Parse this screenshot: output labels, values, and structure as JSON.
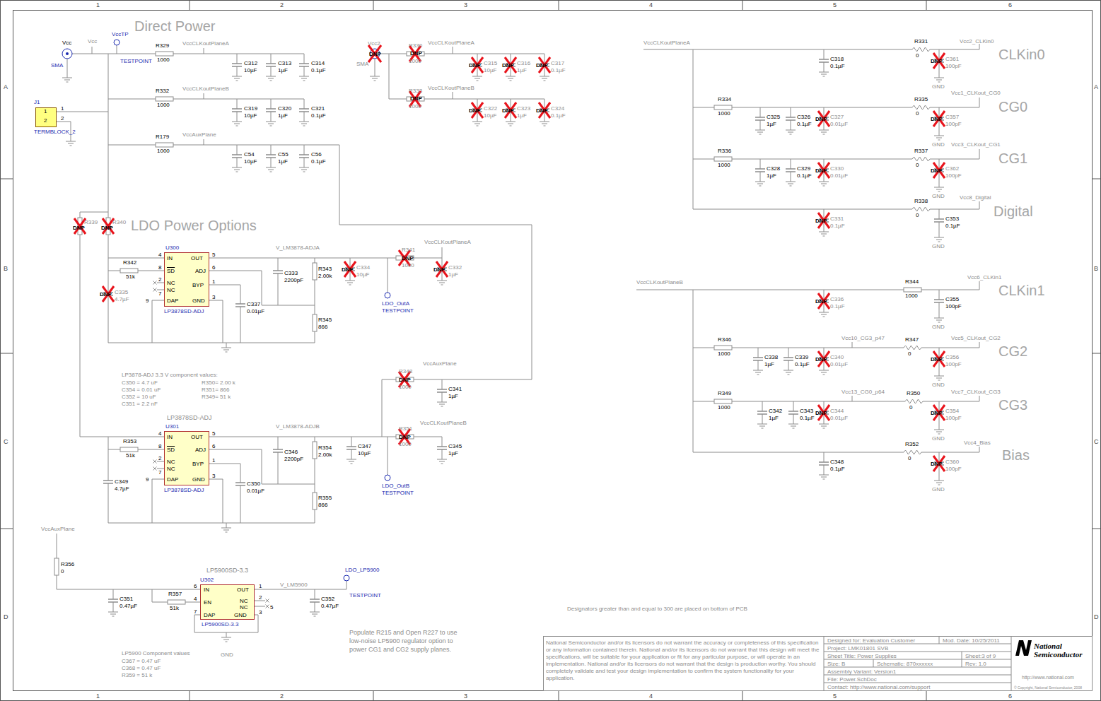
{
  "diagram": {
    "nodes": [
      {
        "text": [
          "J1",
          "1",
          "2",
          "TERMBLOCK_2"
        ]
      },
      {
        "text": [
          "U300",
          "IN",
          "OUT",
          "SD",
          "ADJ",
          "NC",
          "BYP",
          "NC",
          "DAP",
          "GND",
          "LP3878SD-ADJ"
        ]
      },
      {
        "text": [
          "U301",
          "IN",
          "OUT",
          "SD",
          "ADJ",
          "NC",
          "BYP",
          "NC",
          "DAP",
          "GND",
          "LP3878SD-ADJ"
        ]
      },
      {
        "text": [
          "U302",
          "IN",
          "OUT",
          "EN",
          "NC",
          "NC",
          "DAP",
          "GND",
          "LP5900SD-3.3"
        ]
      }
    ],
    "labels": [
      "1",
      "2",
      "3",
      "4",
      "5",
      "6",
      "1",
      "2",
      "3",
      "4",
      "5",
      "6",
      "A",
      "B",
      "C",
      "D",
      "A",
      "B",
      "C",
      "D",
      "Direct Power",
      "Vcc",
      "SMA",
      "Vcc",
      "VccTP",
      "TESTPOINT",
      "R329",
      "1000",
      "VccCLKoutPlaneA",
      "C312",
      "10µF",
      "C313",
      "1µF",
      "C314",
      "0.1µF",
      "R332",
      "1000",
      "VccCLKoutPlaneB",
      "C319",
      "10µF",
      "C320",
      "1µF",
      "C321",
      "0.1µF",
      "R179",
      "1000",
      "VccAuxPlane",
      "C54",
      "10µF",
      "C55",
      "1µF",
      "C56",
      "0.1µF",
      "1",
      "2",
      "Vcc2",
      "DNP",
      "SMA",
      "R330",
      "DNP",
      "1000",
      "VccCLKoutPlaneA",
      "DNP",
      "C315",
      "10µF",
      "DNP",
      "C316",
      "1µF",
      "DNP",
      "C317",
      "0.1µF",
      "R333",
      "DNP",
      "1000",
      "VccCLKoutPlaneB",
      "DNP",
      "C322",
      "10µF",
      "DNP",
      "C323",
      "1µF",
      "DNP",
      "C324",
      "0.1µF",
      "DNP",
      "R339",
      "DNP",
      "R340",
      "LDO Power Options",
      "4",
      "5",
      "8",
      "6",
      "2",
      "1",
      "7",
      "9",
      "3",
      "R342",
      "51k",
      "DNP",
      "C335",
      "4.7µF",
      "V_LM3878-ADJA",
      "C333",
      "2200pF",
      "R343",
      "2.00k",
      "DNP",
      "C334",
      "10µF",
      "R341",
      "DNP",
      "1000",
      "VccCLKoutPlaneA",
      "DNP",
      "C332",
      "1µF",
      "LDO_OutA",
      "TESTPOINT",
      "C337",
      "0.01µF",
      "R345",
      "866",
      "LP3878-ADJ 3.3 V component values:",
      "C350 = 4.7 uF",
      "R350= 2.00 k",
      "C354 = 0.01 uF",
      "R351= 866",
      "C352 = 10 uF",
      "R349= 51 k",
      "C351 = 2.2 nF",
      "LP3878SD-ADJ",
      "4",
      "5",
      "8",
      "6",
      "2",
      "1",
      "7",
      "9",
      "3",
      "R353",
      "51k",
      "C349",
      "4.7µF",
      "V_LM3878-ADJB",
      "C346",
      "2200pF",
      "R354",
      "2.00k",
      "C347",
      "10µF",
      "R348",
      "DNP",
      "1000",
      "VccAuxPlane",
      "C341",
      "1µF",
      "R351",
      "DNP",
      "1000",
      "VccCLKoutPlaneB",
      "C345",
      "1µF",
      "LDO_OutB",
      "TESTPOINT",
      "C350",
      "0.01µF",
      "R355",
      "866",
      "VccAuxPlane",
      "R356",
      "0",
      "LP5900SD-3.3",
      "6",
      "1",
      "4",
      "2",
      "5",
      "7",
      "3",
      "C351",
      "0.47µF",
      "R357",
      "51k",
      "V_LM5900",
      "LDO_LP5900",
      "TESTPOINT",
      "C352",
      "0.47µF",
      "GND",
      "LP5900 Component values",
      "C367 = 0.47 uF",
      "C368 = 0.47 uF",
      "R359 = 51 k",
      "Populate R215 and Open R227 to use low-noise LP5900 regulator option to power CG1 and CG2 supply planes.",
      "Designators greater than and equal to 300 are placed on bottom of PCB",
      "VccCLKoutPlaneA",
      "C318",
      "0.1µF",
      "R331",
      "0",
      "DNP",
      "C361",
      "100pF",
      "Vcc2_CLKin0",
      "CLKin0",
      "GND",
      "R334",
      "1000",
      "C325",
      "1µF",
      "C326",
      "0.1µF",
      "DNP",
      "C327",
      "0.01µF",
      "R335",
      "0",
      "DNP",
      "C357",
      "100pF",
      "Vcc1_CLKout_CG0",
      "CG0",
      "GND",
      "R336",
      "1000",
      "C328",
      "1µF",
      "C329",
      "0.1µF",
      "DNP",
      "C330",
      "0.01µF",
      "R337",
      "0",
      "DNP",
      "C362",
      "100pF",
      "Vcc3_CLKout_CG1",
      "CG1",
      "GND",
      "DNP",
      "C331",
      "0.1µF",
      "R338",
      "0",
      "C353",
      "0.1µF",
      "Vcc8_Digital",
      "Digital",
      "GND",
      "VccCLKoutPlaneB",
      "DNP",
      "C336",
      "0.1µF",
      "R344",
      "1000",
      "C355",
      "100pF",
      "Vcc6_CLKin1",
      "CLKin1",
      "GND",
      "R346",
      "1000",
      "C338",
      "1µF",
      "C339",
      "0.1µF",
      "DNP",
      "C340",
      "0.01µF",
      "Vcc10_CG3_p47",
      "R347",
      "0",
      "DNP",
      "C356",
      "100pF",
      "Vcc5_CLKout_CG2",
      "CG2",
      "GND",
      "R349",
      "1000",
      "C342",
      "1µF",
      "C343",
      "0.1µF",
      "DNP",
      "C344",
      "0.01µF",
      "Vcc13_CG0_p64",
      "R350",
      "0",
      "DNP",
      "C354",
      "100pF",
      "Vcc7_CLKout_CG3",
      "CG3",
      "GND",
      "C348",
      "0.1µF",
      "R352",
      "0",
      "DNP",
      "C360",
      "100pF",
      "Vcc4_Bias",
      "Bias",
      "GND",
      "National Semiconductor and/or its licensors do not warrant the accuracy or completeness of this specification or any information contained therein. National and/or its licensors do not warrant that this design will meet the specifications, will be suitable for your application or fit for any particular purpose, or will operate in an implementation. National and/or its licensors do not warrant that the design is production worthy. You should completely validate and test your design implementation to confirm the system functionality for your application.",
      "Designed for: Evaluation Customer",
      "Mod. Date: 10/25/2011",
      "Project: LMK01801 SVB",
      "Sheet Title: Power Supplies",
      "Sheet:3 of 9",
      "Size: B",
      "Schematic: 870xxxxxx",
      "Rev: 1.0",
      "Assembly Variant: Version1",
      "File: Power.SchDoc",
      "Contact: http://www.national.com/support",
      "National",
      "Semiconductor",
      "http://www.national.com",
      "© Copyright, National Semiconductor, 2008"
    ]
  }
}
